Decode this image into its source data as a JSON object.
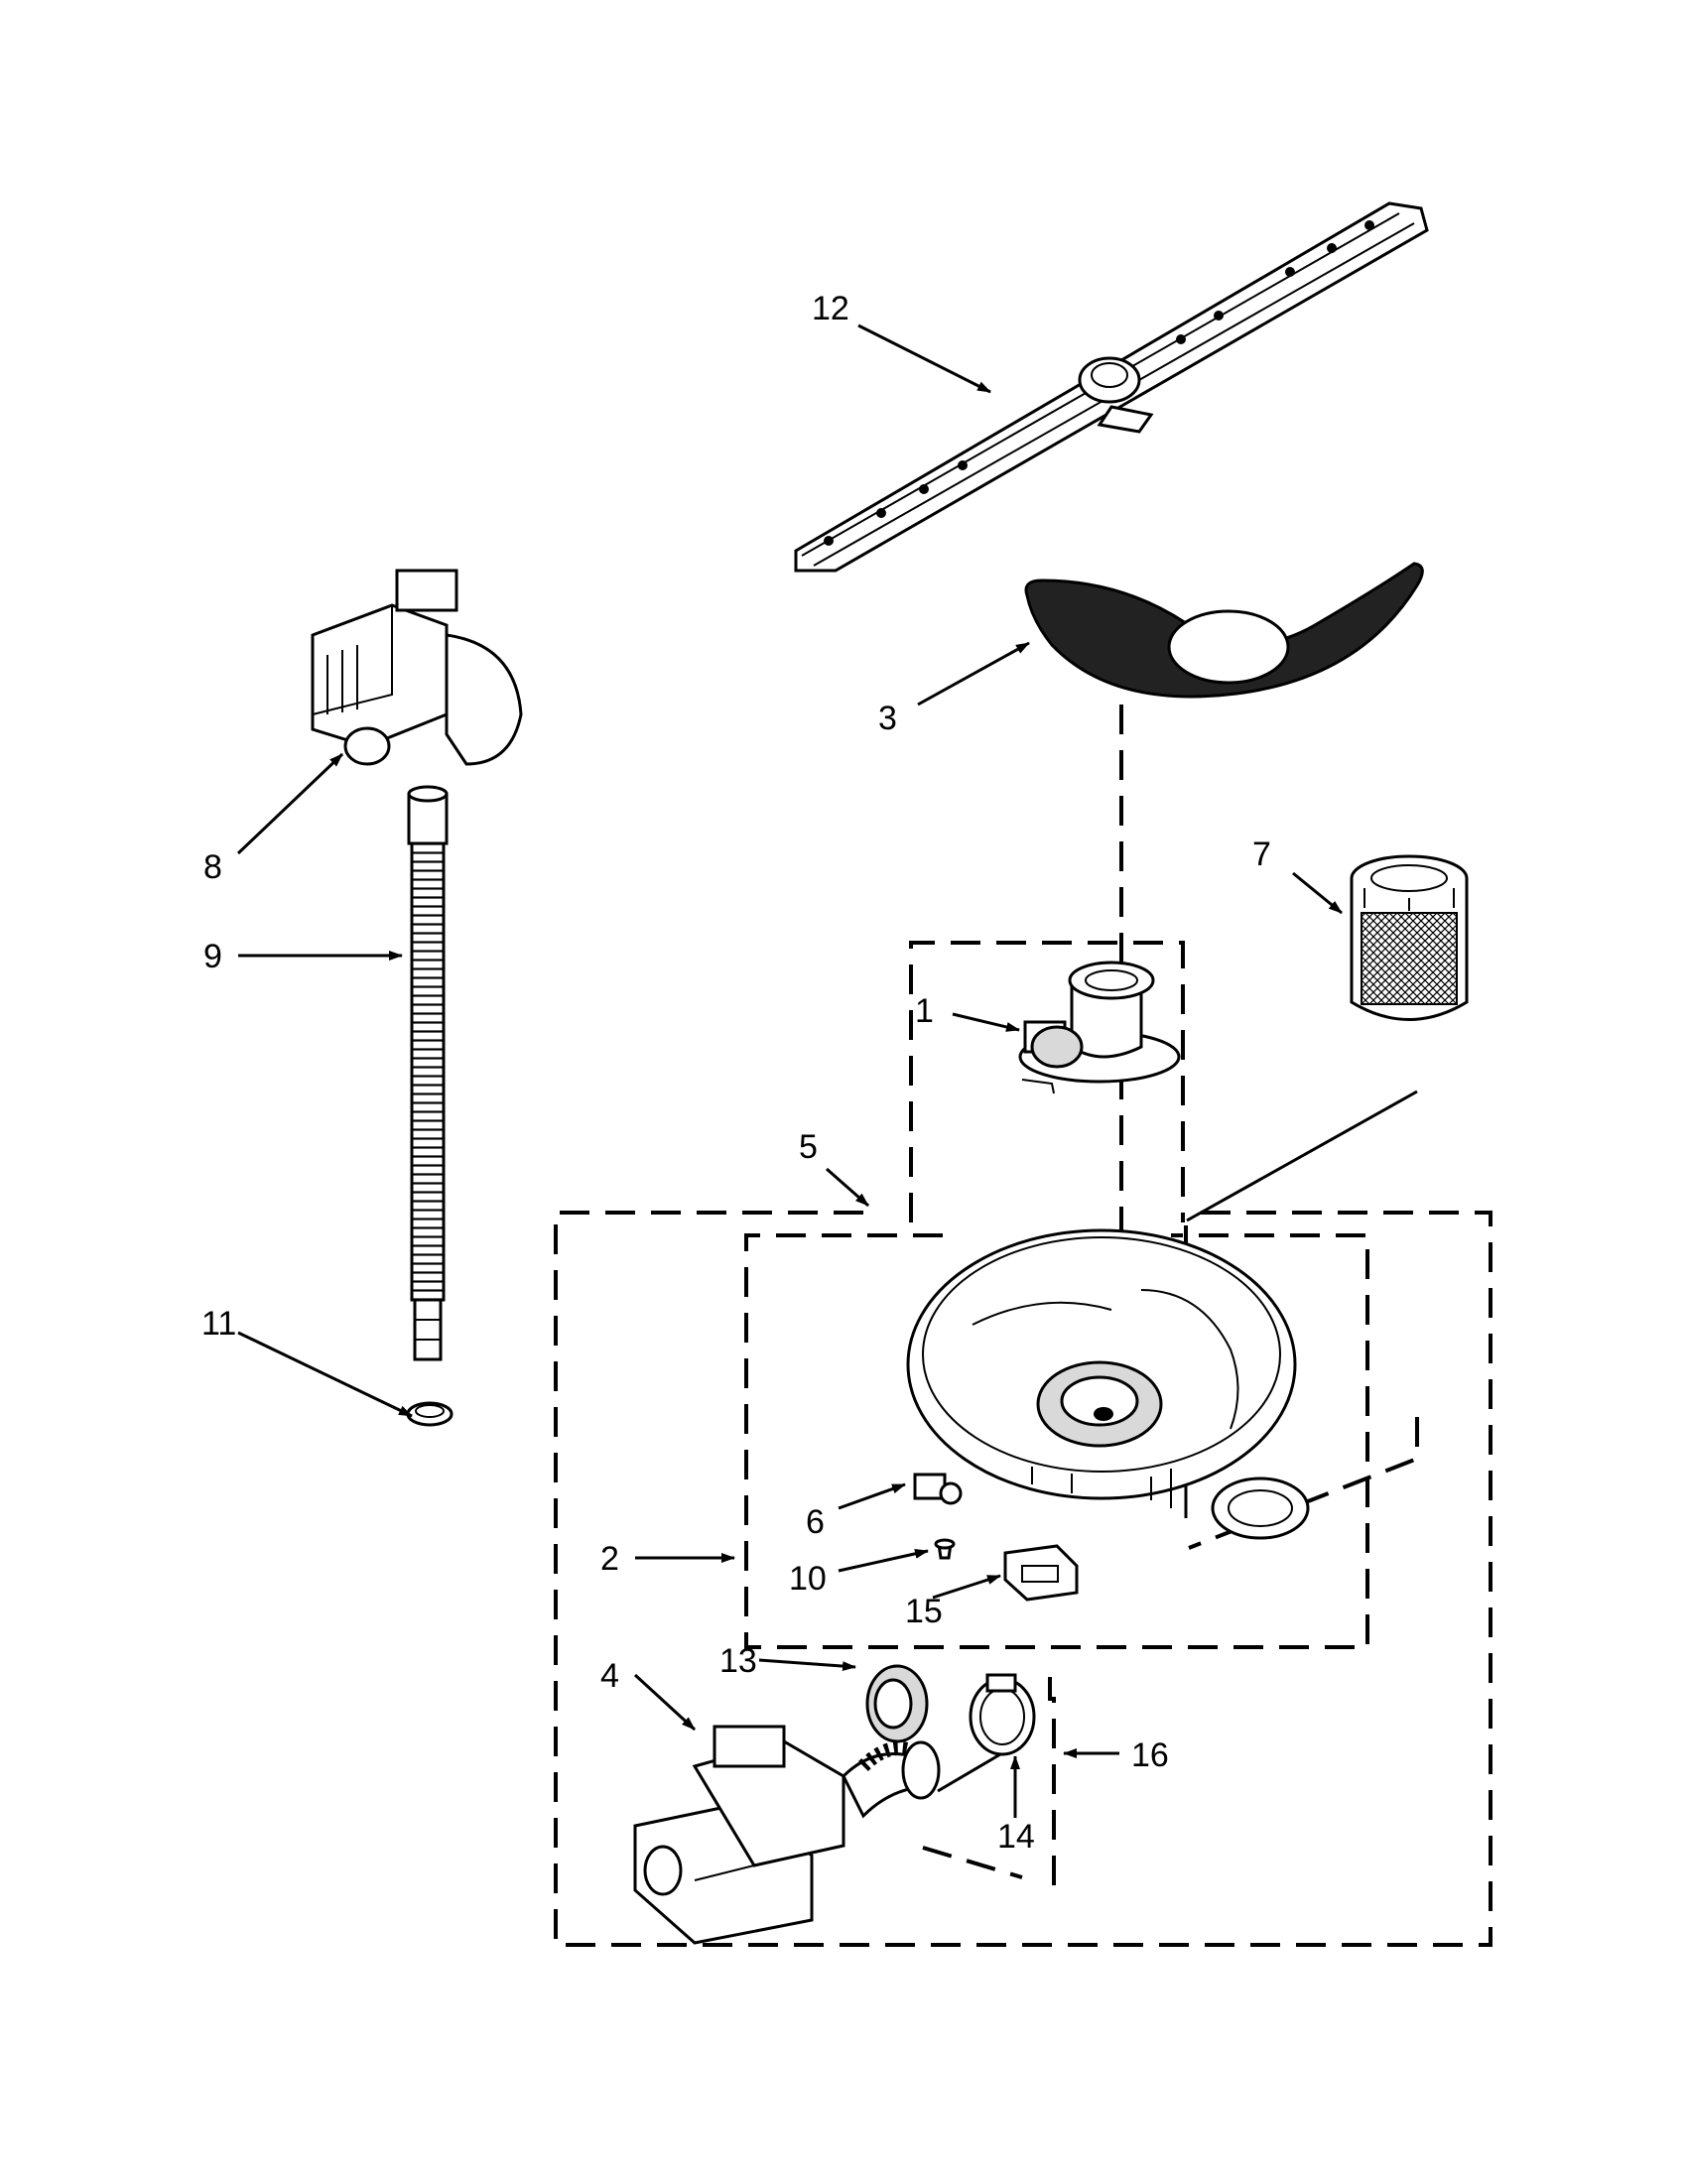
{
  "callouts": {
    "c1": "1",
    "c2": "2",
    "c3": "3",
    "c4": "4",
    "c5": "5",
    "c6": "6",
    "c7": "7",
    "c8": "8",
    "c9": "9",
    "c10": "10",
    "c11": "11",
    "c12": "12",
    "c13": "13",
    "c14": "14",
    "c15": "15",
    "c16": "16"
  },
  "colors": {
    "ink": "#000000",
    "paper": "#ffffff",
    "shade": "#d9d9d9",
    "dark_fill": "#222222"
  }
}
